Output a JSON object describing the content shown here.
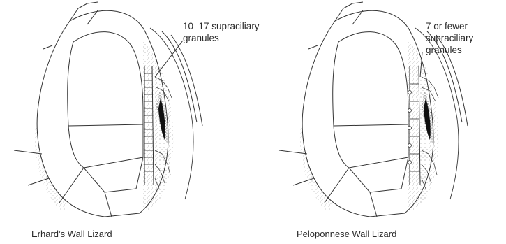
{
  "panels": [
    {
      "species": "Erhard’s Wall Lizard",
      "annotation": "10–17 supraciliary\ngranules"
    },
    {
      "species": "Peloponnese Wall Lizard",
      "annotation": "7 or fewer\nsupraciliary\ngranules"
    }
  ],
  "colors": {
    "ink": "#2a2a2a",
    "background": "#ffffff"
  }
}
